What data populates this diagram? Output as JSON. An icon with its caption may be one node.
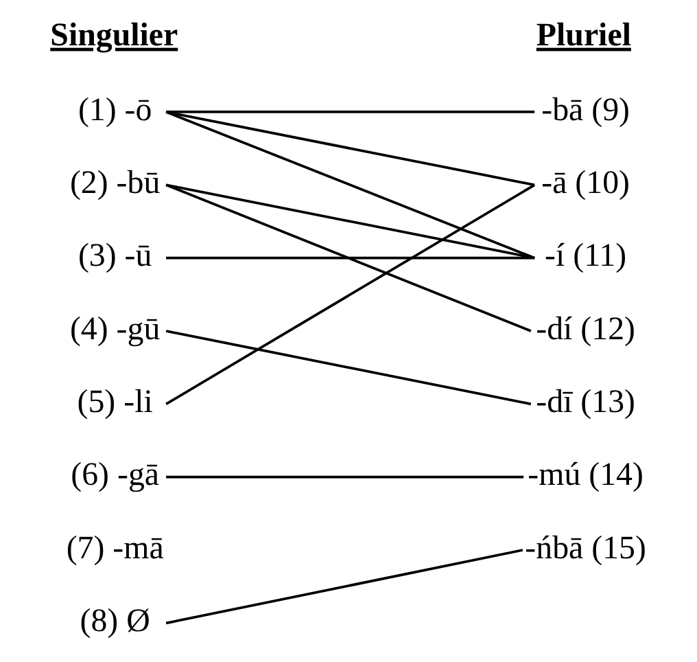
{
  "diagram": {
    "nodes": [
      {
        "text": [
          "(1) -ō"
        ]
      },
      {
        "text": [
          "(2) -bū"
        ]
      },
      {
        "text": [
          "(3) -ū"
        ]
      },
      {
        "text": [
          "(4) -gū"
        ]
      },
      {
        "text": [
          "(5) -li"
        ]
      },
      {
        "text": [
          "(6) -gā"
        ]
      },
      {
        "text": [
          "(7) -mā"
        ]
      },
      {
        "text": [
          "(8) Ø"
        ]
      },
      {
        "text": [
          "-bā (9)"
        ]
      },
      {
        "text": [
          "-ā (10)"
        ]
      },
      {
        "text": [
          "-í (11)"
        ]
      },
      {
        "text": [
          "-dí (12)"
        ]
      },
      {
        "text": [
          "-dī (13)"
        ]
      },
      {
        "text": [
          "-mú (14)"
        ]
      },
      {
        "text": [
          "-ńbā (15)"
        ]
      }
    ],
    "edges": [
      {
        "from": 0,
        "to": 8,
        "arrow": "none"
      },
      {
        "from": 0,
        "to": 9,
        "arrow": "none"
      },
      {
        "from": 0,
        "to": 10,
        "arrow": "none"
      },
      {
        "from": 1,
        "to": 10,
        "arrow": "none"
      },
      {
        "from": 1,
        "to": 11,
        "arrow": "none"
      },
      {
        "from": 2,
        "to": 10,
        "arrow": "none"
      },
      {
        "from": 3,
        "to": 12,
        "arrow": "none"
      },
      {
        "from": 4,
        "to": 9,
        "arrow": "none"
      },
      {
        "from": 5,
        "to": 13,
        "arrow": "none"
      },
      {
        "from": 7,
        "to": 14,
        "arrow": "none"
      }
    ],
    "labels": [
      "Singulier",
      "Pluriel"
    ]
  }
}
